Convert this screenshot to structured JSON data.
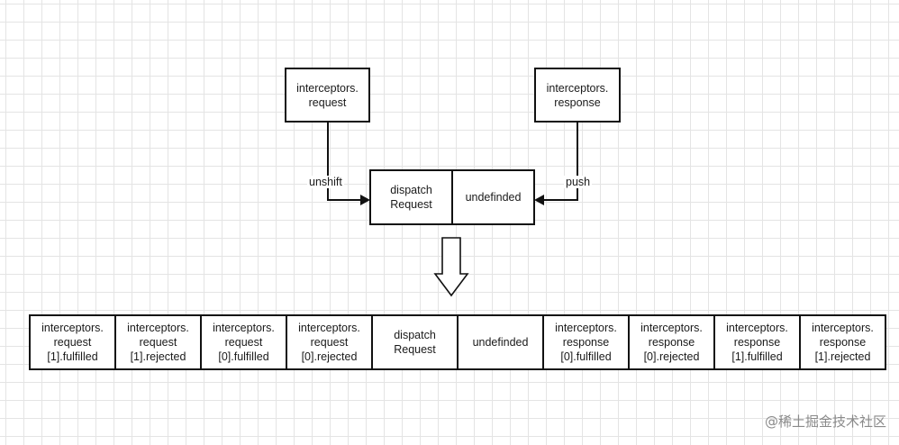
{
  "nodes": {
    "req_interceptors": "interceptors.\nrequest",
    "res_interceptors": "interceptors.\nresponse",
    "dispatch": "dispatch\nRequest",
    "undefined": "undefinded"
  },
  "edges": {
    "unshift": "unshift",
    "push": "push"
  },
  "chain": [
    "interceptors.\nrequest\n[1].fulfilled",
    "interceptors.\nrequest\n[1].rejected",
    "interceptors.\nrequest\n[0].fulfilled",
    "interceptors.\nrequest\n[0].rejected",
    "dispatch\nRequest",
    "undefinded",
    "interceptors.\nresponse\n[0].fulfilled",
    "interceptors.\nresponse\n[0].rejected",
    "interceptors.\nresponse\n[1].fulfilled",
    "interceptors.\nresponse\n[1].rejected"
  ],
  "watermark": "@稀土掘金技术社区"
}
